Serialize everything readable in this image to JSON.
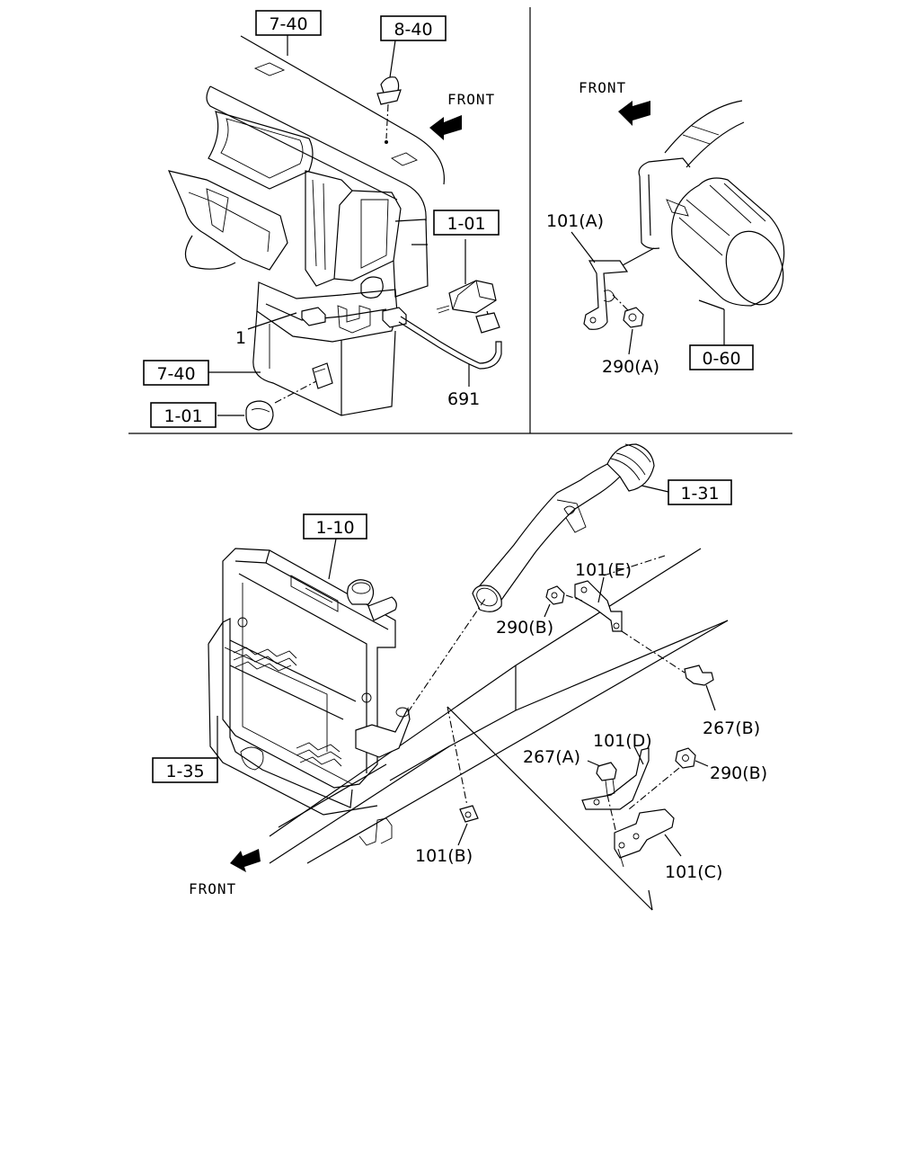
{
  "top_left": {
    "ref_7_40_top": "7-40",
    "ref_8_40": "8-40",
    "front": "FRONT",
    "ref_1_01_right": "1-01",
    "callout_1": "1",
    "ref_7_40_left": "7-40",
    "ref_1_01_left": "1-01",
    "callout_691": "691"
  },
  "top_right": {
    "front": "FRONT",
    "callout_101a": "101(A)",
    "callout_290a": "290(A)",
    "ref_0_60": "0-60"
  },
  "bottom": {
    "ref_1_31": "1-31",
    "ref_1_10": "1-10",
    "callout_101e": "101(E)",
    "callout_290b_top": "290(B)",
    "callout_267b": "267(B)",
    "callout_101d": "101(D)",
    "callout_267a": "267(A)",
    "callout_290b_right": "290(B)",
    "ref_1_35": "1-35",
    "callout_101b": "101(B)",
    "callout_101c": "101(C)",
    "front": "FRONT"
  }
}
